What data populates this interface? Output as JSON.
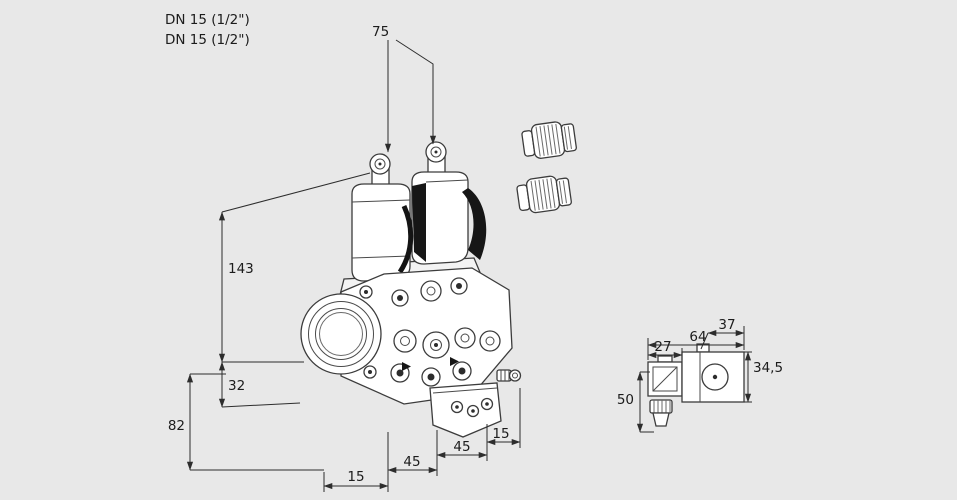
{
  "drawing": {
    "type": "technical-dimension-drawing",
    "subject": "double solenoid gas valve with accessories",
    "colors": {
      "background": "#e8e8e8",
      "line": "#3c3c3c",
      "dimension_line": "#2d2d2d",
      "dark_accent": "#161616",
      "part_fill": "#ffffff"
    },
    "connection_labels": {
      "line1": "DN 15 (1/2\")",
      "line2": "DN 15 (1/2\")"
    },
    "dimensions": {
      "top_span": "75",
      "height_body": "143",
      "height_flange": "32",
      "height_base": "82",
      "bottom_left": "15",
      "bottom_mid_left": "45",
      "bottom_mid_right": "45",
      "bottom_right": "15",
      "side_connector_width": "27",
      "side_total_width": "64",
      "side_body_width": "37",
      "side_height": "34,5",
      "side_total_height": "50"
    }
  }
}
